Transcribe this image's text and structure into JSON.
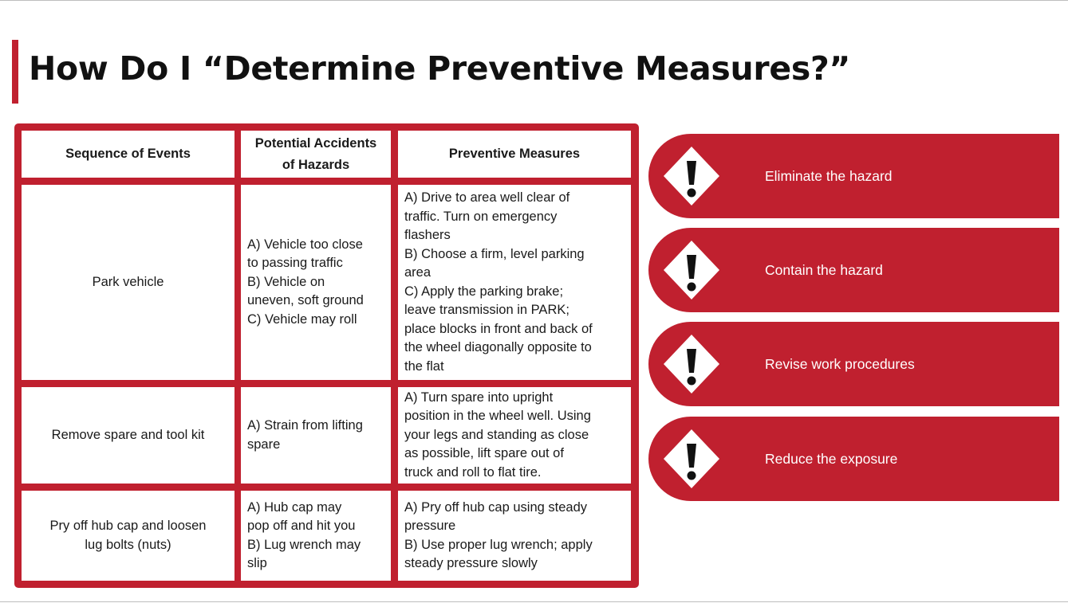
{
  "slide": {
    "title": "How Do I “Determine Preventive Measures?”"
  },
  "table": {
    "headers": [
      "Sequence of Events",
      "Potential Accidents\nof Hazards",
      "Preventive Measures"
    ],
    "rows": [
      {
        "event": "Park vehicle",
        "hazards": "A) Vehicle too close\nto passing traffic\nB) Vehicle on\nuneven, soft ground\nC) Vehicle may roll",
        "measures": "A) Drive to area well clear of\ntraffic. Turn on emergency\nflashers\nB) Choose a firm, level parking\narea\nC) Apply the parking brake;\nleave transmission in PARK;\nplace blocks in front and back of\nthe wheel diagonally opposite to\nthe flat"
      },
      {
        "event": "Remove spare and tool kit",
        "hazards": "A) Strain from lifting\nspare",
        "measures": "A) Turn spare into upright\nposition in the wheel well. Using\nyour legs and standing as close\nas possible, lift spare out of\ntruck and roll to flat tire."
      },
      {
        "event": "Pry off hub cap and loosen\nlug bolts (nuts)",
        "hazards": "A) Hub cap may\npop off and hit you\nB) Lug wrench may\nslip",
        "measures": "A) Pry off hub cap using steady\npressure\nB) Use proper lug wrench; apply\nsteady pressure slowly"
      }
    ]
  },
  "measures_list": [
    {
      "label": "Eliminate the hazard",
      "icon": "warning-diamond-icon"
    },
    {
      "label": "Contain the hazard",
      "icon": "warning-diamond-icon"
    },
    {
      "label": "Revise work procedures",
      "icon": "warning-diamond-icon"
    },
    {
      "label": "Reduce the exposure",
      "icon": "warning-diamond-icon"
    }
  ],
  "colors": {
    "accent": "#c0202f",
    "text": "#1a1a1a",
    "background": "#ffffff"
  }
}
